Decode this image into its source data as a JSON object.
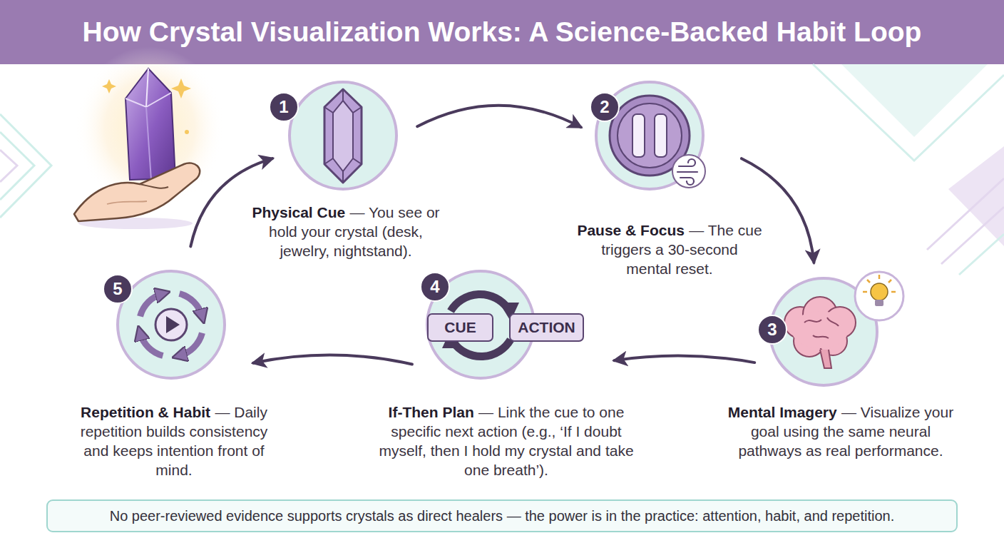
{
  "diagram": {
    "title": "How Crystal Visualization Works: A Science-Backed Habit Loop",
    "nodes": [
      {
        "text": [
          "Physical Cue",
          "— You see or hold your crystal (desk, jewelry, nightstand)."
        ]
      },
      {
        "text": [
          "Pause & Focus",
          "— The cue triggers a 30-second mental reset."
        ]
      },
      {
        "text": [
          "Mental Imagery",
          "— Visualize your goal using the same neural pathways as real performance."
        ]
      },
      {
        "text": [
          "If-Then Plan",
          "— Link the cue to one specific next action (e.g., ‘If I doubt myself, then I hold my crystal and take one breath’)."
        ]
      },
      {
        "text": [
          "CUE"
        ],
        "in": 3
      },
      {
        "text": [
          "ACTION"
        ],
        "in": 3
      },
      {
        "text": [
          "Repetition & Habit",
          "— Daily repetition builds consistency and keeps intention front of mind."
        ]
      },
      {
        "text": [
          "No peer-reviewed evidence supports crystals as direct healers — the power is in the practice: attention, habit, and repetition."
        ]
      }
    ],
    "edges": [
      {
        "from": 0,
        "to": 1,
        "arrow": "to"
      },
      {
        "from": 1,
        "to": 2,
        "arrow": "to"
      },
      {
        "from": 2,
        "to": 3,
        "arrow": "to"
      },
      {
        "from": 3,
        "to": 6,
        "arrow": "to"
      },
      {
        "from": 6,
        "to": 0,
        "arrow": "to"
      }
    ],
    "labels": [
      "1",
      "2",
      "3",
      "4",
      "5"
    ]
  }
}
